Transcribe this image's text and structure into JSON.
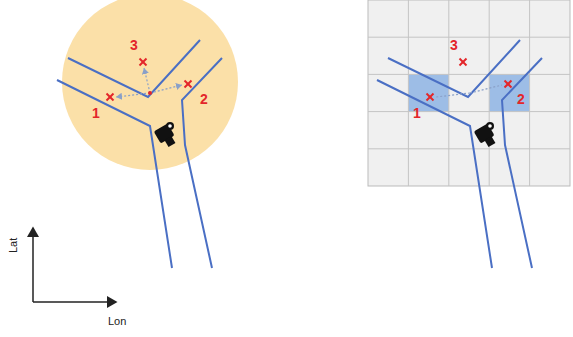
{
  "diagram": {
    "labels": [
      "1",
      "2",
      "3",
      "1",
      "2",
      "3",
      "Lat",
      "Lon"
    ]
  }
}
